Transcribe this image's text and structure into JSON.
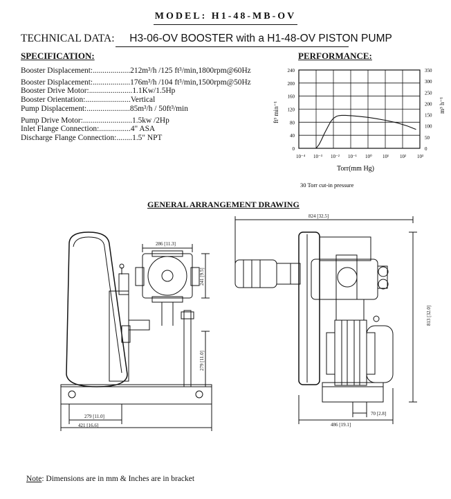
{
  "header": {
    "model": "MODEL: H1-48-MB-OV",
    "tech_label": "TECHNICAL DATA:",
    "tech_value": "H3-06-OV BOOSTER with a H1-48-OV PISTON PUMP"
  },
  "specification": {
    "heading": "SPECIFICATION:",
    "rows": [
      {
        "text": "Booster Displacement:...................212m³/h /125 ft³/min,1800rpm@60Hz"
      },
      {
        "text": "Booster Displacement:...................176m³/h /104 ft³/min,1500rpm@50Hz"
      },
      {
        "text": "Booster Drive Motor:......................1.1Kw/1.5Hp"
      },
      {
        "text": "Booster Orientation:.......................Vertical"
      },
      {
        "text": "Pump Displacement:......................85m³/h / 50ft³/min"
      },
      {
        "text": "Pump Drive Motor:.........................1.5kw /2Hp"
      },
      {
        "text": "Inlet Flange Connection:................4\" ASA"
      },
      {
        "text": "Discharge Flange Connection:........1.5\" NPT"
      }
    ]
  },
  "performance": {
    "heading": "PERFORMANCE:",
    "cutin": "30 Torr cut-in pressure",
    "chart_data": {
      "type": "line",
      "xlabel": "Torr(mm Hg)",
      "ylabel_left": "ft³ min⁻¹",
      "ylabel_right": "m³ h⁻¹",
      "x_scale": "log",
      "x_ticks": [
        "10⁻⁴",
        "10⁻³",
        "10⁻²",
        "10⁻¹",
        "10⁰",
        "10¹",
        "10²",
        "10³"
      ],
      "x_tick_values": [
        0.0001,
        0.001,
        0.01,
        0.1,
        1,
        10,
        100,
        1000
      ],
      "y_left_ticks": [
        "240",
        "200",
        "160",
        "120",
        "80",
        "40",
        "0"
      ],
      "y_left_range": [
        0,
        240
      ],
      "y_right_ticks": [
        "350",
        "300",
        "250",
        "200",
        "150",
        "100",
        "50",
        "0"
      ],
      "y_right_range": [
        0,
        350
      ],
      "grid": true,
      "series": [
        {
          "x": [
            0.001,
            0.0015,
            0.002,
            0.003,
            0.005,
            0.007,
            0.01,
            0.015,
            0.02,
            0.03,
            0.05,
            0.1,
            0.3,
            1,
            3,
            10,
            50,
            200,
            600
          ],
          "y": [
            0,
            12,
            25,
            45,
            68,
            82,
            92,
            98,
            100,
            101,
            101,
            100,
            98,
            95,
            91,
            86,
            78,
            68,
            58
          ]
        }
      ]
    }
  },
  "drawing": {
    "heading": "GENERAL ARRANGEMENT DRAWING",
    "dims": {
      "d286": "286 [11.3]",
      "d241": "241 [9.5]",
      "d279v": "279 [11.0]",
      "d279h": "279 [11.0]",
      "d421": "421 [16.6]",
      "d824": "824 [32.5]",
      "d813": "813 [32.0]",
      "d70": "70 [2.8]",
      "d486": "486 [19.1]"
    }
  },
  "note": {
    "label": "Note",
    "text": ": Dimensions are in mm & Inches are in bracket"
  }
}
